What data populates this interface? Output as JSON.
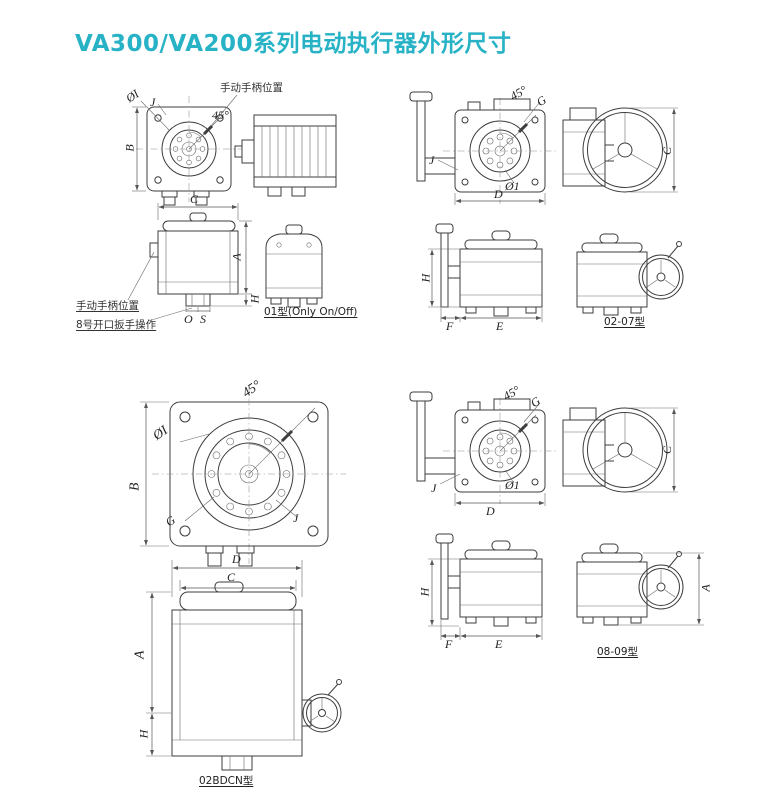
{
  "page": {
    "title": "VA300/VA200系列电动执行器外形尺寸"
  },
  "dims": {
    "A": "A",
    "B": "B",
    "C": "C",
    "D": "D",
    "E": "E",
    "F": "F",
    "G": "G",
    "H": "H",
    "J": "J",
    "O": "O",
    "S": "S",
    "phi_i": "ØI",
    "phi_1": "Ø1",
    "angle_45": "45°"
  },
  "notes": {
    "manual_handle_position": "手动手柄位置",
    "wrench_operation": "8号开口扳手操作"
  },
  "captions": {
    "model_01": "01型(Only On/Off)",
    "model_02_07": "02-07型",
    "model_08_09": "08-09型",
    "model_02bdcn": "02BDCN型"
  }
}
